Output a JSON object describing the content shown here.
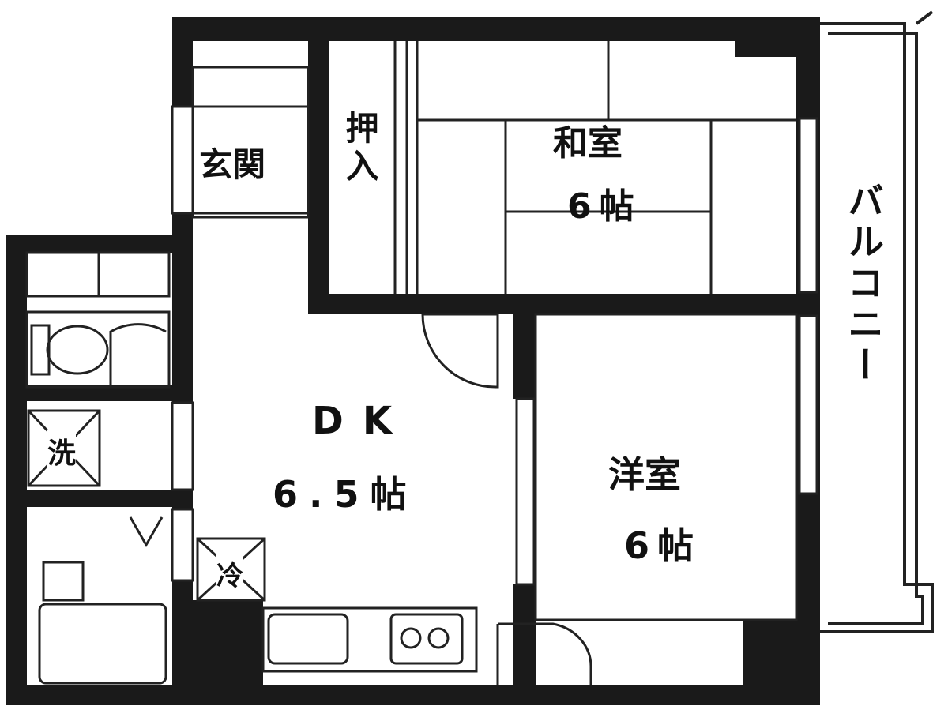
{
  "rooms": {
    "genkan": {
      "name": "玄関"
    },
    "oshiire": {
      "name": "押入"
    },
    "washitsu": {
      "name": "和室",
      "size": "6帖"
    },
    "dk": {
      "name": "DK",
      "size": "6.5帖"
    },
    "yoshitsu": {
      "name": "洋室",
      "size": "6帖"
    },
    "balcony": {
      "name": "バルコニー"
    }
  },
  "fixtures": {
    "washer": {
      "symbol": "洗"
    },
    "fridge": {
      "symbol": "冷"
    }
  },
  "colors": {
    "wall": "#1a1a1a",
    "line": "#222222",
    "background": "#ffffff"
  }
}
